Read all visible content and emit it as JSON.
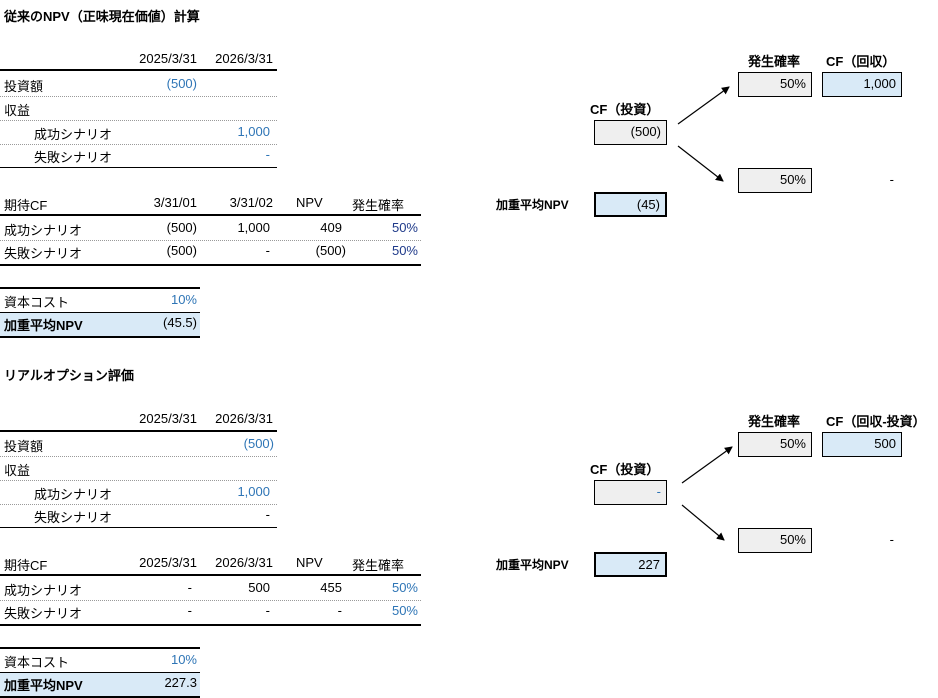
{
  "sec1": {
    "title": "従来のNPV（正味現在価値）計算",
    "dates": [
      "2025/3/31",
      "2026/3/31"
    ],
    "rows": {
      "investment": {
        "label": "投資額",
        "v1": "(500)",
        "v2": ""
      },
      "revenue": {
        "label": "収益"
      },
      "success": {
        "label": "成功シナリオ",
        "v2": "1,000"
      },
      "failure": {
        "label": "失敗シナリオ",
        "v2": "-"
      }
    },
    "expected": {
      "headers": [
        "期待CF",
        "3/31/01",
        "3/31/02",
        "NPV",
        "発生確率"
      ],
      "rows": [
        {
          "label": "成功シナリオ",
          "c1": "(500)",
          "c2": "1,000",
          "npv": "409",
          "prob": "50%"
        },
        {
          "label": "失敗シナリオ",
          "c1": "(500)",
          "c2": "-",
          "npv": "(500)",
          "prob": "50%"
        }
      ]
    },
    "cost_label": "資本コスト",
    "cost_value": "10%",
    "wnpv_label": "加重平均NPV",
    "wnpv_value": "(45.5)",
    "tree": {
      "prob_header": "発生確率",
      "cf_header": "CF（回収）",
      "invest_label": "CF（投資）",
      "invest_value": "(500)",
      "top_prob": "50%",
      "top_cf": "1,000",
      "bottom_prob": "50%",
      "bottom_cf": "-",
      "wnpv_label": "加重平均NPV",
      "wnpv_value": "(45)"
    }
  },
  "sec2": {
    "title": "リアルオプション評価",
    "dates": [
      "2025/3/31",
      "2026/3/31"
    ],
    "rows": {
      "investment": {
        "label": "投資額",
        "v2": "(500)"
      },
      "revenue": {
        "label": "収益"
      },
      "success": {
        "label": "成功シナリオ",
        "v2": "1,000"
      },
      "failure": {
        "label": "失敗シナリオ",
        "v2": "-"
      }
    },
    "expected": {
      "headers": [
        "期待CF",
        "2025/3/31",
        "2026/3/31",
        "NPV",
        "発生確率"
      ],
      "rows": [
        {
          "label": "成功シナリオ",
          "c1": "-",
          "c2": "500",
          "npv": "455",
          "prob": "50%"
        },
        {
          "label": "失敗シナリオ",
          "c1": "-",
          "c2": "-",
          "npv": "-",
          "prob": "50%"
        }
      ]
    },
    "cost_label": "資本コスト",
    "cost_value": "10%",
    "wnpv_label": "加重平均NPV",
    "wnpv_value": "227.3",
    "tree": {
      "prob_header": "発生確率",
      "cf_header": "CF（回収-投資）",
      "invest_label": "CF（投資）",
      "invest_value": "-",
      "top_prob": "50%",
      "top_cf": "500",
      "bottom_prob": "50%",
      "bottom_cf": "-",
      "wnpv_label": "加重平均NPV",
      "wnpv_value": "227"
    }
  }
}
